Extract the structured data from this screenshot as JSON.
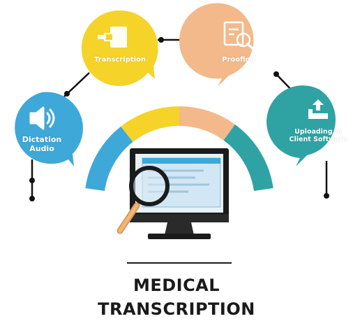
{
  "title": {
    "line1": "MEDICAL",
    "line2": "TRANSCRIPTION"
  },
  "steps": [
    {
      "id": "dictation",
      "label_line1": "Dictation",
      "label_line2": "Audio",
      "icon": "speaker-icon",
      "color": "#3ea8d8"
    },
    {
      "id": "transcription",
      "label_line1": "Transcription",
      "label_line2": "",
      "icon": "transcription-icon",
      "color": "#f5d328"
    },
    {
      "id": "proofing",
      "label_line1": "Proofing",
      "label_line2": "",
      "icon": "proofing-icon",
      "color": "#f3b98a"
    },
    {
      "id": "uploading",
      "label_line1": "Uploading in",
      "label_line2": "Client Software",
      "icon": "upload-icon",
      "color": "#2fa3a4"
    }
  ],
  "arc_colors": [
    "#3ea8d8",
    "#f5d328",
    "#f3b98a",
    "#2fa3a4"
  ],
  "connector_color": "#111111"
}
